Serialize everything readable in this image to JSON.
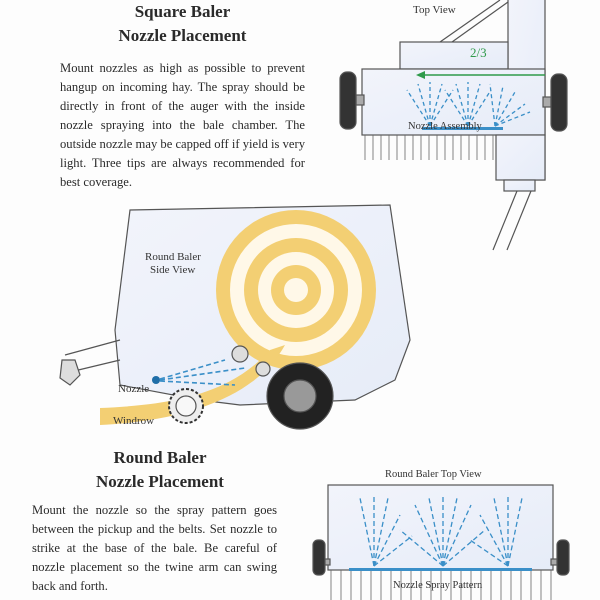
{
  "square_baler": {
    "title_line1": "Square Baler",
    "title_line2": "Nozzle Placement",
    "body": "Mount nozzles as high as possible to prevent hangup on incoming hay. The spray should be directly in front of the auger with the inside nozzle spraying into the bale chamber. The outside nozzle may be capped off if yield is very light. Three tips are always recommended for best coverage.",
    "diagram": {
      "view_label": "Top View",
      "fraction_label": "2/3",
      "assembly_label": "Nozzle Assembly"
    }
  },
  "round_baler_side": {
    "view_label_line1": "Round Baler",
    "view_label_line2": "Side View",
    "nozzle_label": "Nozzle",
    "windrow_label": "Windrow"
  },
  "round_baler": {
    "title_line1": "Round Baler",
    "title_line2": "Nozzle Placement",
    "body": "Mount the nozzle so the spray pattern goes between the pickup and the belts. Set nozzle to strike at the base of the bale. Be careful of nozzle placement so the twine arm can swing back and forth.",
    "diagram": {
      "view_label": "Round Baler Top View",
      "pattern_label": "Nozzle Spray Pattern"
    }
  },
  "colors": {
    "spray": "#3a8fc8",
    "hay": "#f3cf73",
    "arrow": "#2f9a4a",
    "panel": "#eef2fa"
  }
}
